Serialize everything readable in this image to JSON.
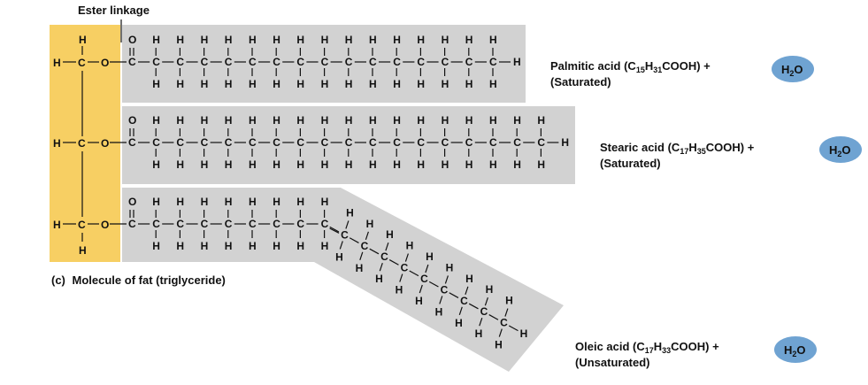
{
  "header": {
    "ester_linkage": "Ester linkage"
  },
  "caption": {
    "prefix": "(c)",
    "text": "Molecule of fat (triglyceride)"
  },
  "atoms": {
    "hydrogen": "H",
    "carbon": "C",
    "oxygen": "O"
  },
  "colors": {
    "glycerol_backbone": "#F7CF63",
    "fatty_acid_band": "#D2D2D2",
    "water_ellipse": "#6FA3D2",
    "text": "#111111"
  },
  "fatty_acids": [
    {
      "name": "Palmitic acid (C",
      "formula_parts": [
        "15",
        "H",
        "31",
        "COOH) +"
      ],
      "type": "(Saturated)",
      "chain_carbons": 16,
      "water": "H",
      "water_sub": "2",
      "water_o": "O"
    },
    {
      "name": "Stearic acid (C",
      "formula_parts": [
        "17",
        "H",
        "35",
        "COOH) +"
      ],
      "type": "(Saturated)",
      "chain_carbons": 18,
      "water": "H",
      "water_sub": "2",
      "water_o": "O"
    },
    {
      "name": "Oleic acid (C",
      "formula_parts": [
        "17",
        "H",
        "33",
        "COOH) +"
      ],
      "type": "(Unsaturated)",
      "chain_carbons": 18,
      "double_bond_after_carbon": 9,
      "water": "H",
      "water_sub": "2",
      "water_o": "O"
    }
  ]
}
